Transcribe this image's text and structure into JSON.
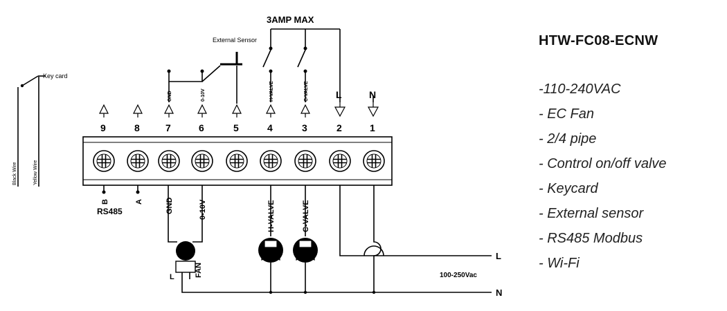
{
  "diagram": {
    "header_label": "3AMP MAX",
    "external_sensor_label": "External Sensor",
    "key_card_label": "Key card",
    "black_wire_label": "Black Wire",
    "yellow_wire_label": "Yellow Wire",
    "terminals": [
      {
        "number": "9"
      },
      {
        "number": "8"
      },
      {
        "number": "7",
        "top_label": "GND"
      },
      {
        "number": "6",
        "top_label": "0-10V"
      },
      {
        "number": "5"
      },
      {
        "number": "4",
        "top_label": "H-VALVE"
      },
      {
        "number": "3",
        "top_label": "C-VALVE"
      },
      {
        "number": "2",
        "top_letter": "L"
      },
      {
        "number": "1",
        "top_letter": "N"
      }
    ],
    "bottom_labels": {
      "b": "B",
      "a": "A",
      "rs485": "RS485",
      "gnd": "GND",
      "v010": "0-10V",
      "hvalve": "H-VALVE",
      "cvalve": "C-VALVE",
      "fan": "FAN",
      "fan_l": "L"
    },
    "supply": {
      "line": "L",
      "neutral": "N",
      "voltage": "100-250Vac"
    }
  },
  "spec": {
    "model": "HTW-FC08-ECNW",
    "features": [
      "-110-240VAC",
      "- EC Fan",
      "- 2/4 pipe",
      "- Control on/off valve",
      "- Keycard",
      "- External sensor",
      "- RS485 Modbus",
      "- Wi-Fi"
    ]
  }
}
